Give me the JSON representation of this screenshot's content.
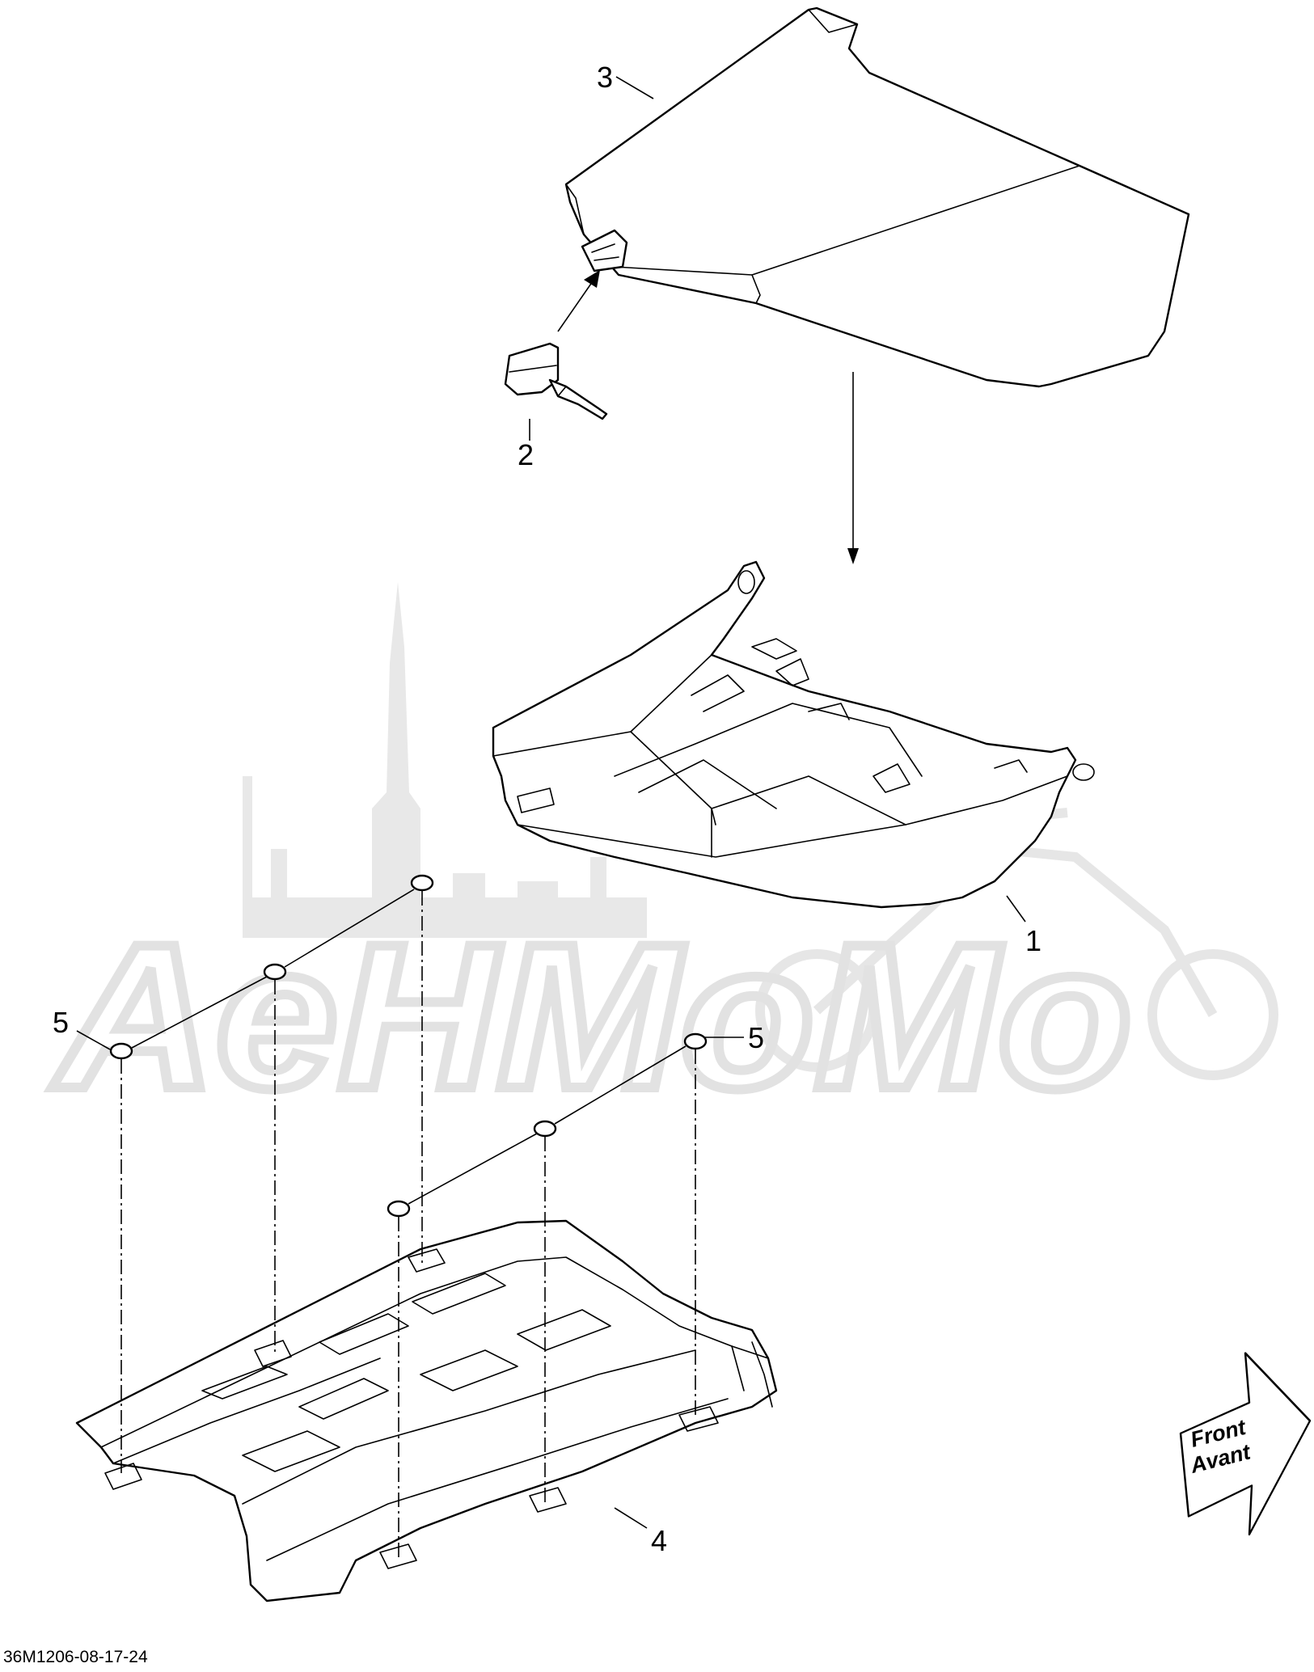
{
  "diagram": {
    "callouts": {
      "c1": "1",
      "c2": "2",
      "c3": "3",
      "c4": "4",
      "c5_left": "5",
      "c5_right": "5"
    },
    "direction_badge": {
      "line1": "Front",
      "line2": "Avant"
    },
    "document_id": "36M1206-08-17-24",
    "watermark_text": "AeHMoMo",
    "colors": {
      "line": "#000000",
      "background": "#ffffff",
      "watermark": "#e8e8e8"
    }
  }
}
